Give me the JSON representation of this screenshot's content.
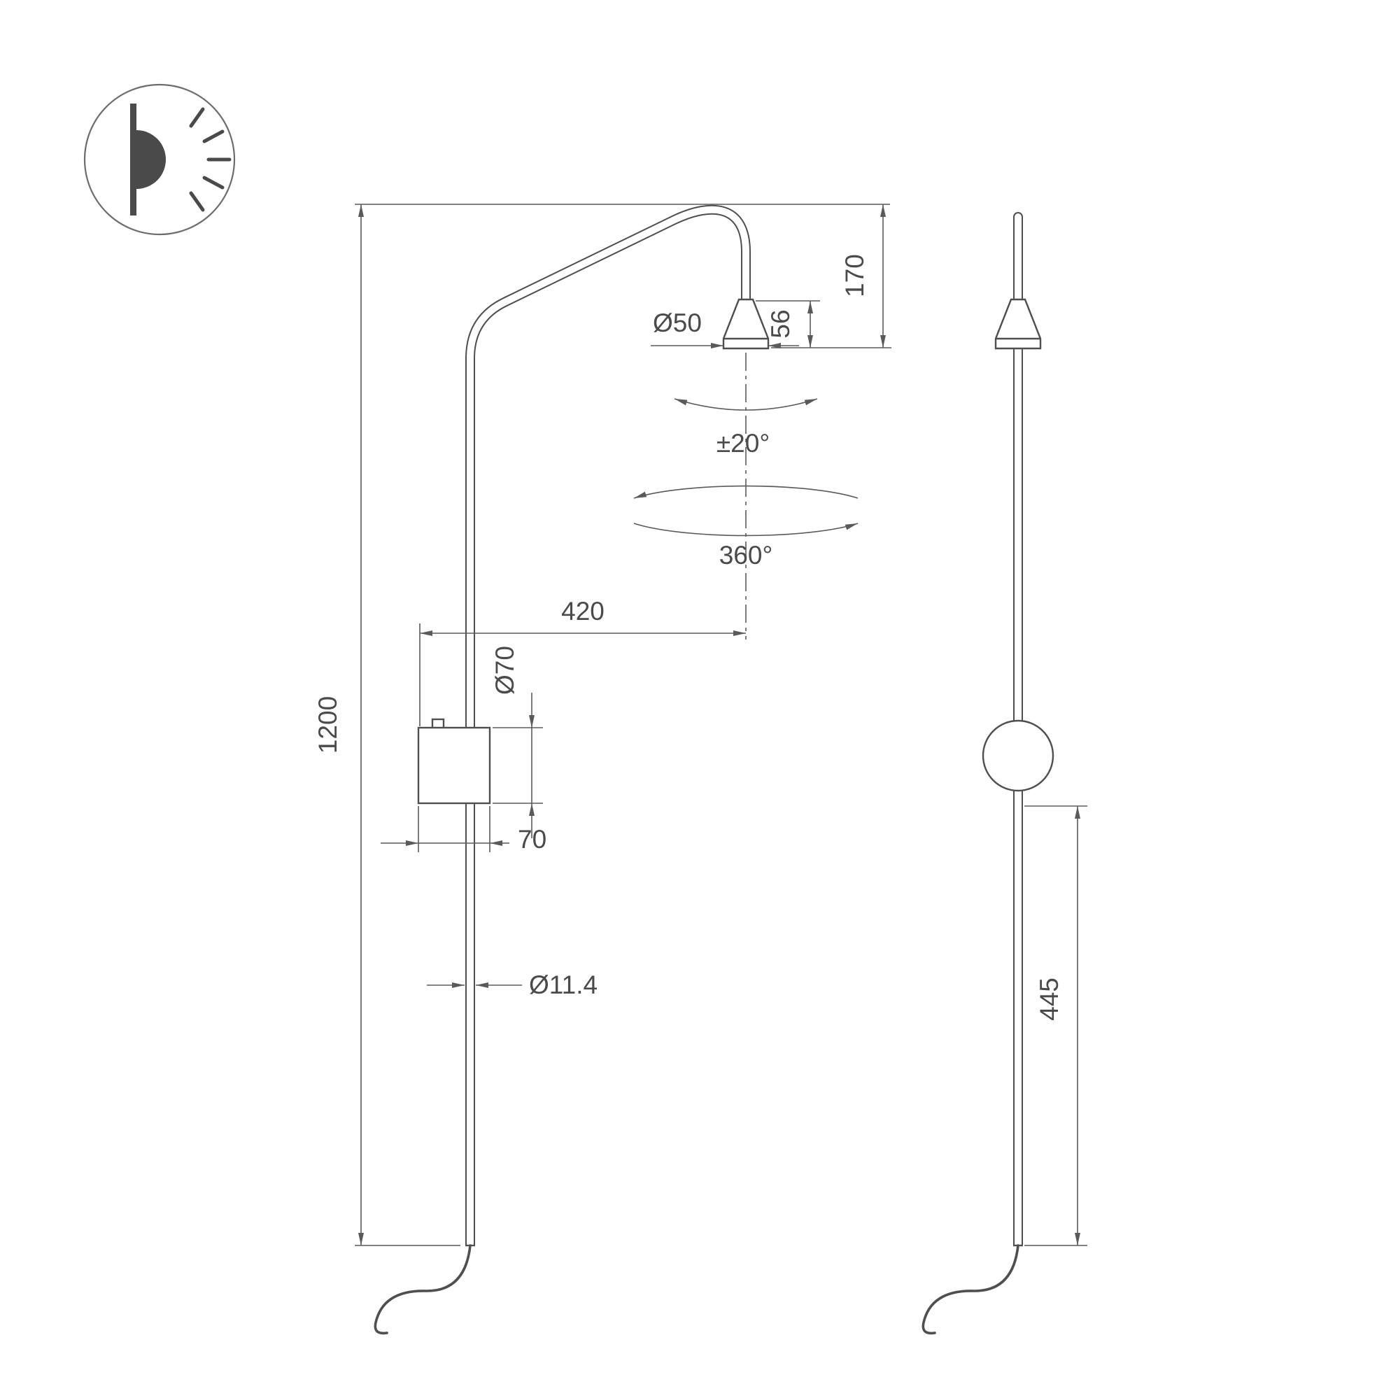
{
  "icon": {
    "name": "wall-light-icon"
  },
  "colors": {
    "background": "#ffffff",
    "drawing_line": "#4f4f4f",
    "dimension_line": "#5a5a5a",
    "text": "#4a4a4a"
  },
  "front_view": {
    "dims": {
      "height": "1200",
      "reach": "420",
      "head_drop": "170",
      "head_height": "56",
      "head_diameter": "Ø50",
      "tilt_angle": "±20°",
      "rotation_angle": "360°",
      "canopy_diameter": "Ø70",
      "canopy_width": "70",
      "tube_diameter": "Ø11.4"
    }
  },
  "side_view": {
    "dims": {
      "lower_length": "445"
    }
  }
}
